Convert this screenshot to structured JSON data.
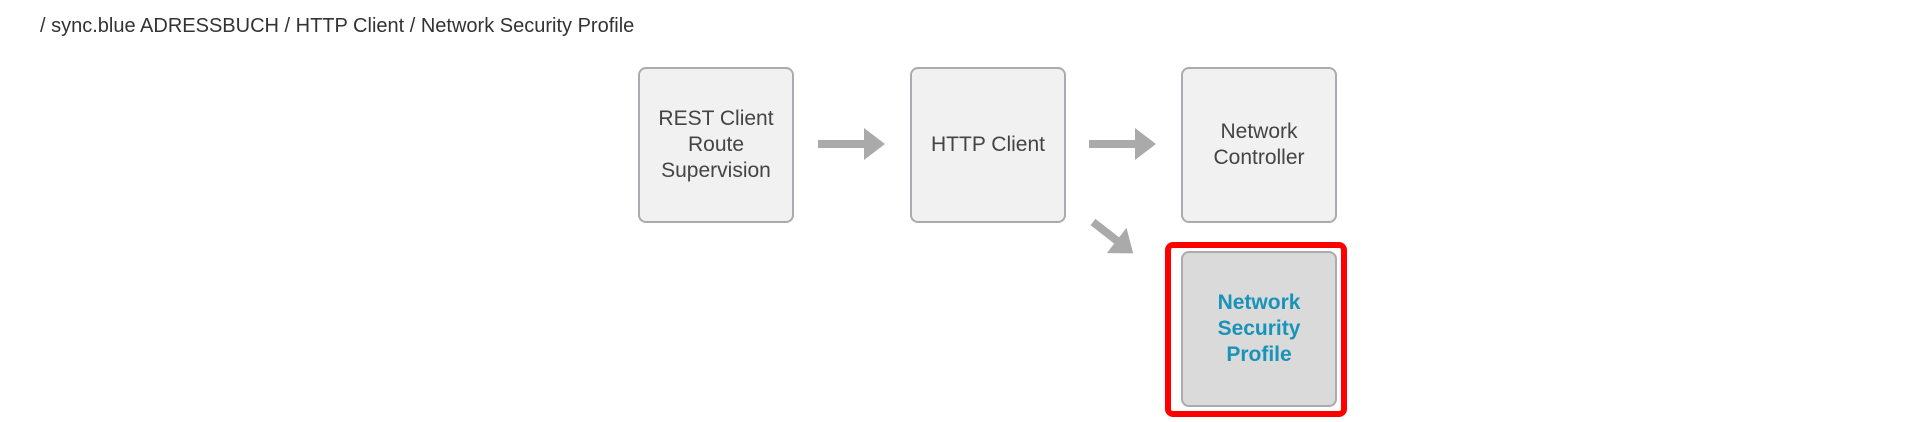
{
  "breadcrumb": "/ sync.blue ADRESSBUCH / HTTP Client / Network Security Profile",
  "nodes": {
    "rest": "REST Client Route Supervision",
    "http": "HTTP Client",
    "controller": "Network Controller",
    "security": "Network Security Profile"
  },
  "colors": {
    "highlight": "#ff0000",
    "active_text": "#1a93b8",
    "arrow": "#aaaaaa"
  }
}
